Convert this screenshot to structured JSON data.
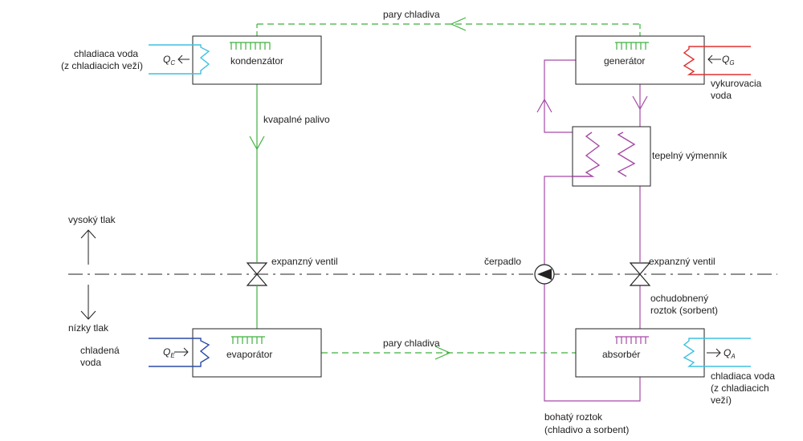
{
  "colors": {
    "green": "#3fb13f",
    "purple": "#a64aa6",
    "cyan": "#3fc0e0",
    "red": "#e03030",
    "blue": "#2a4aa8",
    "black": "#222222"
  },
  "labels": {
    "top_vapor": "pary chladiva",
    "bottom_vapor": "pary chladiva",
    "liquid": "kvapalné palivo",
    "condenser": "kondenzátor",
    "generator": "generátor",
    "evaporator": "evaporátor",
    "absorber": "absorbér",
    "heat_exchanger": "tepelný výmenník",
    "exp_valve_left": "expanzný ventil",
    "exp_valve_right": "expanzný ventil",
    "pump": "čerpadlo",
    "high_pressure": "vysoký tlak",
    "low_pressure": "nízky tlak",
    "cond_water_1": "chladiaca voda",
    "cond_water_2": "(z chladiacich veží)",
    "heating_water_1": "vykurovacia",
    "heating_water_2": "voda",
    "chilled_water_1": "chladená",
    "chilled_water_2": "voda",
    "abs_water_1": "chladiaca voda",
    "abs_water_2": "(z chladiacich",
    "abs_water_3": "veží)",
    "weak_solution_1": "ochudobnený",
    "weak_solution_2": "roztok (sorbent)",
    "rich_solution_1": "bohatý roztok",
    "rich_solution_2": "(chladivo a sorbent)",
    "qc": "Q",
    "qc_sub": "C",
    "qg": "Q",
    "qg_sub": "G",
    "qe": "Q",
    "qe_sub": "E",
    "qa": "Q",
    "qa_sub": "A"
  }
}
